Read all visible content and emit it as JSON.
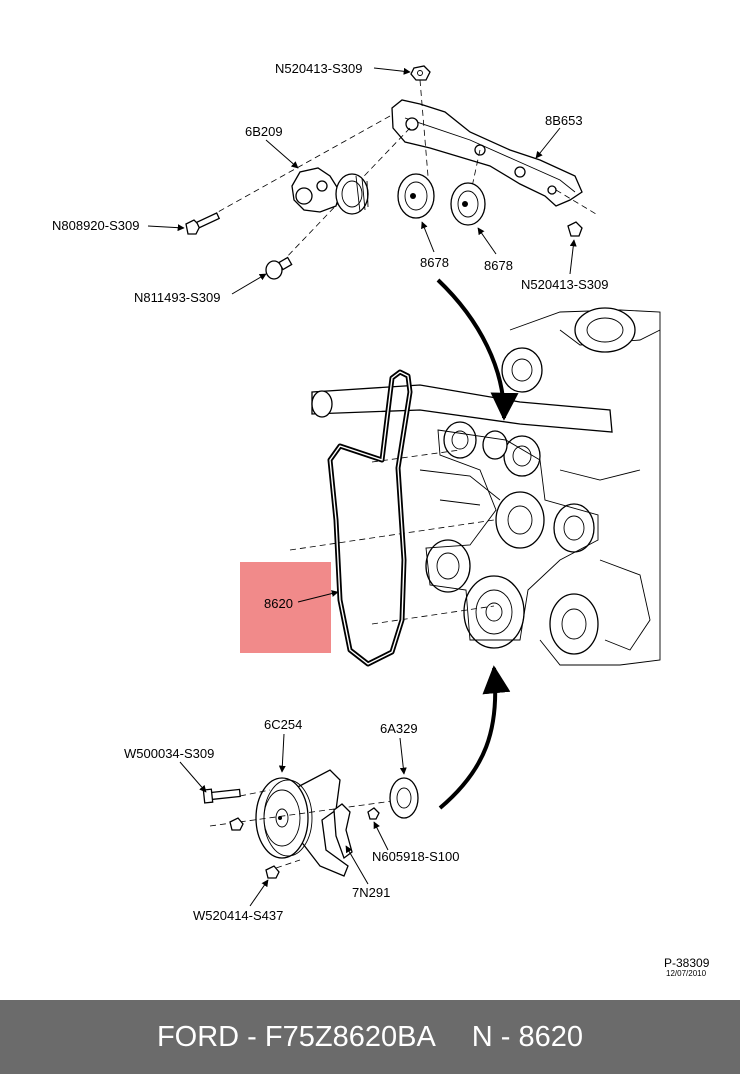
{
  "diagram": {
    "callouts": {
      "nut_top": "N520413-S309",
      "bracket": "8B653",
      "tensioner": "6B209",
      "bolt_left": "N808920-S309",
      "idler_a": "8678",
      "idler_b": "8678",
      "nut_right": "N520413-S309",
      "bolt_lower": "N811493-S309",
      "belt": "8620",
      "pulley_assembly": "6C254",
      "damper": "6A329",
      "bolt_w": "W500034-S309",
      "bolt_n605": "N605918-S100",
      "bracket_7n": "7N291",
      "nut_w": "W520414-S437"
    },
    "reference": {
      "code": "P-38309",
      "date": "12/07/2010"
    },
    "highlight_color": "#f08080"
  },
  "footer": {
    "brand_part": "FORD - F75Z8620BA",
    "ref_part": "N - 8620"
  }
}
